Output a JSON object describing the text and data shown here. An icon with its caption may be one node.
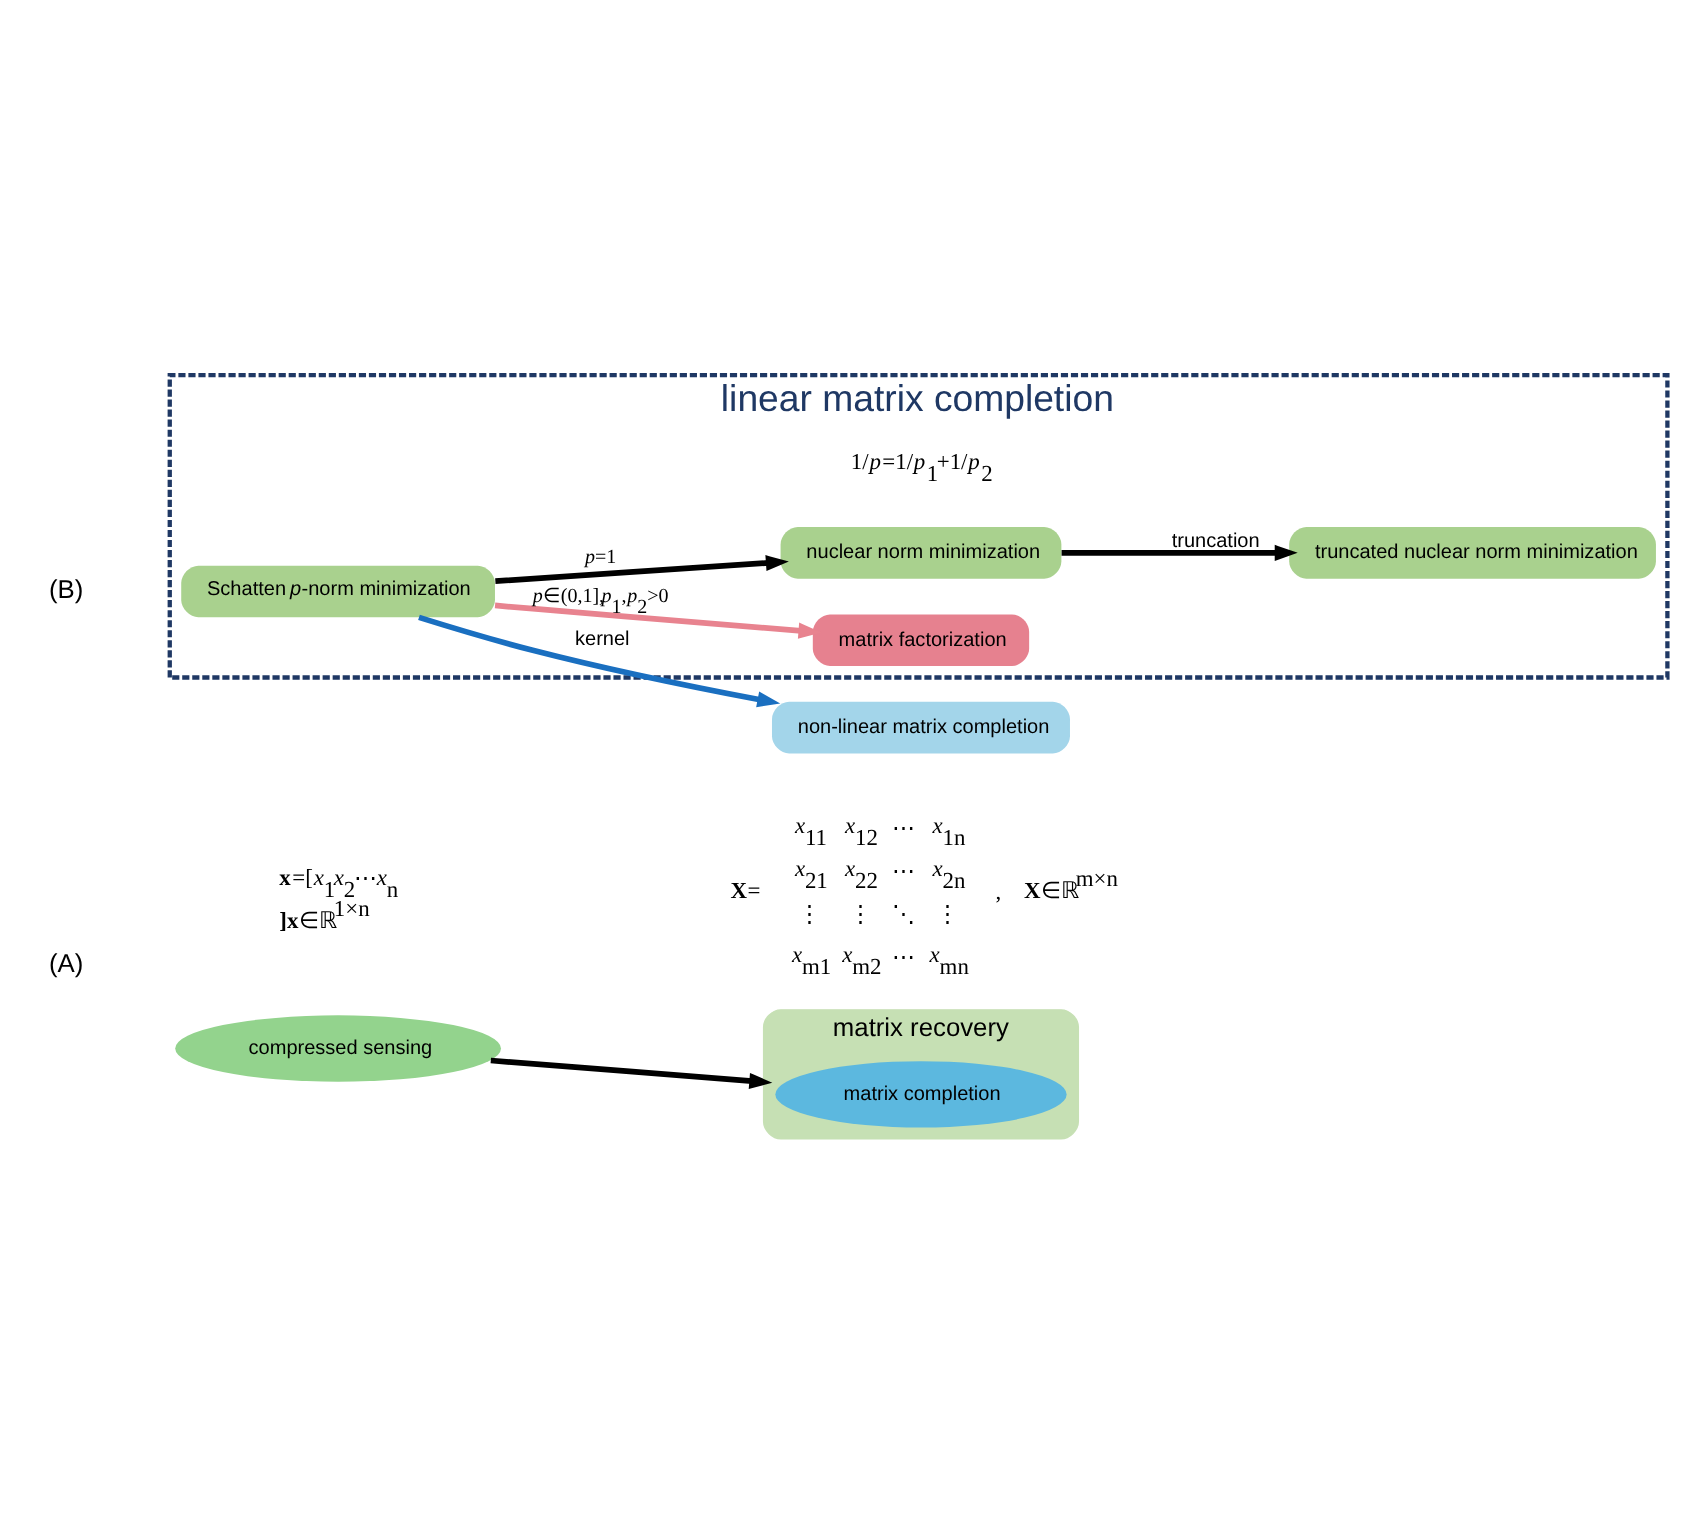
{
  "diagram": {
    "nodes": [
      {
        "text": [
          "compressed sensing"
        ]
      },
      {
        "text": [
          "matrix recovery"
        ]
      },
      {
        "text": [
          "matrix completion"
        ],
        "in": 1
      },
      {
        "text": [
          "linear matrix completion"
        ]
      },
      {
        "text": [
          "Schatten *p*-norm minimization"
        ],
        "in": 3
      },
      {
        "text": [
          "matrix factorization"
        ],
        "in": 3
      },
      {
        "text": [
          "nuclear norm minimization"
        ],
        "in": 3
      },
      {
        "text": [
          "truncated nuclear norm minimization"
        ],
        "in": 3
      },
      {
        "text": [
          "non-linear matrix completion"
        ]
      }
    ],
    "edges": [
      {
        "from": 0,
        "to": 1,
        "arrow": "to"
      },
      {
        "from": 4,
        "to": 5,
        "arrow": "to",
        "color": "#e8838f",
        "label": "*p*∈(0,1],*p*$_{1}$,*p*$_{2}$>0"
      },
      {
        "from": 4,
        "to": 6,
        "arrow": "to",
        "label": "*p*=1"
      },
      {
        "from": 6,
        "to": 7,
        "arrow": "to",
        "label": "truncation"
      },
      {
        "from": 4,
        "to": 8,
        "arrow": "to",
        "color": "#1a6fc0",
        "label": "kernel"
      }
    ],
    "labels": [
      "(A)",
      "**x**=[*x*$_{1}$*x*$_{2}$⋯*x*$_{n}$]",
      "**x**∈ℝ$^{1×n}$",
      "**X**=",
      "*x*$_{11}$",
      "*x*$_{12}$",
      "⋯",
      "*x*$_{1n}$",
      "*x*$_{21}$",
      "*x*$_{22}$",
      "⋯",
      "*x*$_{2n}$",
      "⋮",
      "⋮",
      "⋱",
      "⋮",
      "*x*$_{m1}$",
      "*x*$_{m2}$",
      "⋯",
      "*x*$_{mn}$",
      ",",
      "**X**∈ℝ$^{m×n}$",
      "(B)",
      "1/*p*=1/*p*$_{1}$+1/*p*$_{2}$"
    ]
  }
}
